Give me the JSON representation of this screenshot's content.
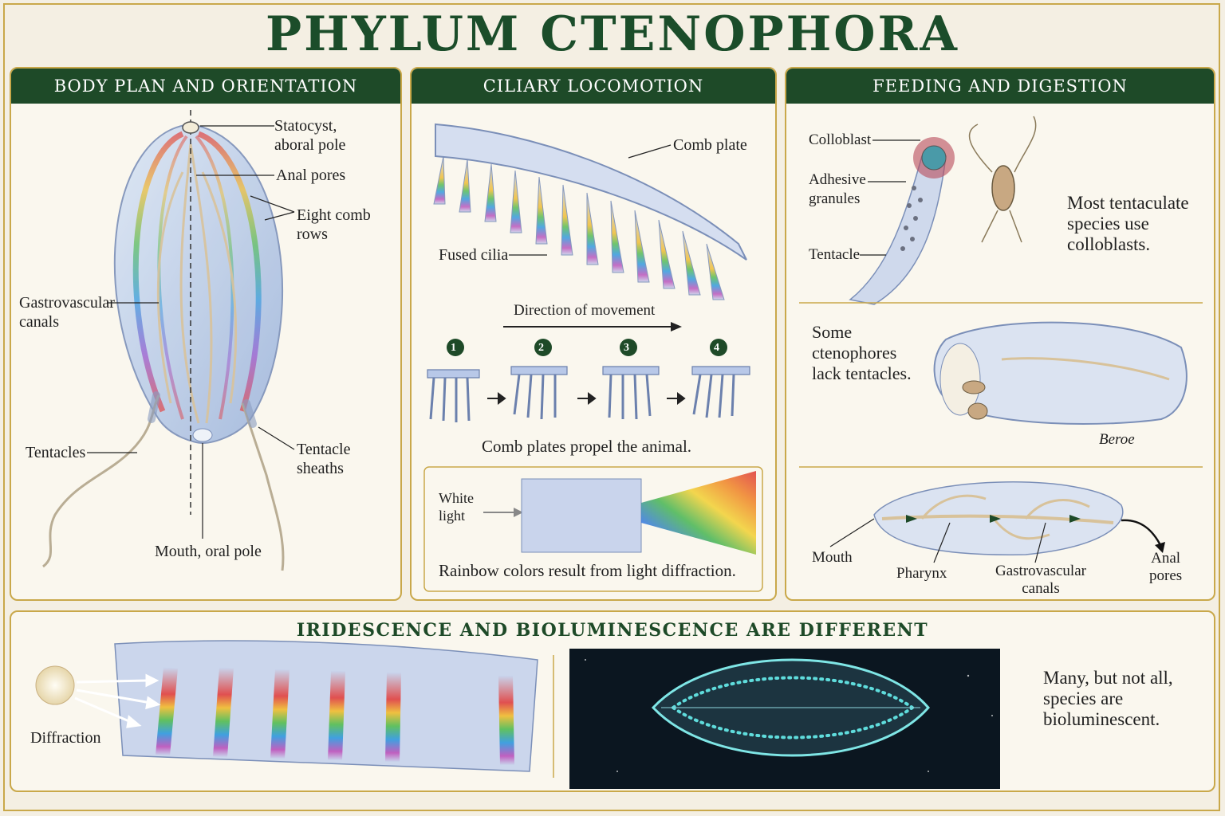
{
  "title": "PHYLUM CTENOPHORA",
  "body_plan": {
    "heading": "BODY PLAN AND ORIENTATION",
    "labels": {
      "statocyst": "Statocyst,\naboral pole",
      "anal_pores": "Anal pores",
      "comb_rows": "Eight comb\nrows",
      "gastro": "Gastrovascular\ncanals",
      "tentacles": "Tentacles",
      "sheaths": "Tentacle\nsheaths",
      "mouth": "Mouth, oral pole"
    }
  },
  "locomotion": {
    "heading": "CILIARY LOCOMOTION",
    "comb_plate": "Comb plate",
    "fused_cilia": "Fused cilia",
    "direction": "Direction of movement",
    "steps": [
      "1",
      "2",
      "3",
      "4"
    ],
    "caption": "Comb plates propel the animal.",
    "white_light": "White\nlight",
    "diffraction_caption": "Rainbow colors result from light diffraction."
  },
  "feeding": {
    "heading": "FEEDING AND DIGESTION",
    "colloblast": "Colloblast",
    "adhesive": "Adhesive\ngranules",
    "tentacle": "Tentacle",
    "note1": "Most tentaculate\nspecies use\ncolloblasts.",
    "note2": "Some\nctenophores\nlack tentacles.",
    "beroe": "Beroe",
    "mouth": "Mouth",
    "pharynx": "Pharynx",
    "gastro": "Gastrovascular\ncanals",
    "anal": "Anal\npores"
  },
  "bottom": {
    "heading": "IRIDESCENCE AND BIOLUMINESCENCE ARE DIFFERENT",
    "diffraction": "Diffraction",
    "note": "Many, but not all,\nspecies are\nbioluminescent."
  },
  "colors": {
    "header_green": "#1e4a28",
    "border_gold": "#c9a84a",
    "paper": "#faf7ee"
  }
}
